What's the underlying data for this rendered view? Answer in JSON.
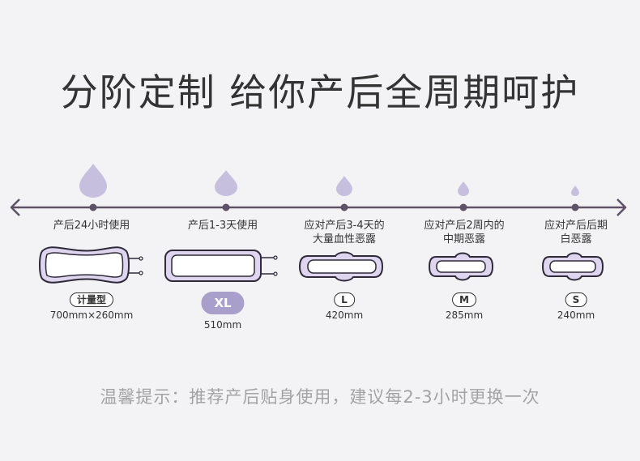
{
  "headline": "分阶定制 给你产后全周期呵护",
  "colors": {
    "timeline": "#5e5266",
    "drop": "#c7bfde",
    "pad_outline": "#2e2a3a",
    "pad_fill": "#ddd6ee",
    "badge_fill": "#a99fcb"
  },
  "stages": [
    {
      "label_lines": [
        "产后24小时使用"
      ],
      "badge": "计量型",
      "size": "700mm×260mm"
    },
    {
      "label_lines": [
        "产后1-3天使用"
      ],
      "badge": "XL",
      "size": "510mm"
    },
    {
      "label_lines": [
        "应对产后3-4天的",
        "大量血性恶露"
      ],
      "badge": "L",
      "size": "420mm"
    },
    {
      "label_lines": [
        "应对产后2周内的",
        "中期恶露"
      ],
      "badge": "M",
      "size": "285mm"
    },
    {
      "label_lines": [
        "应对产后后期",
        "白恶露"
      ],
      "badge": "S",
      "size": "240mm"
    }
  ],
  "footer": "温馨提示：推荐产后贴身使用，建议每2-3小时更换一次"
}
